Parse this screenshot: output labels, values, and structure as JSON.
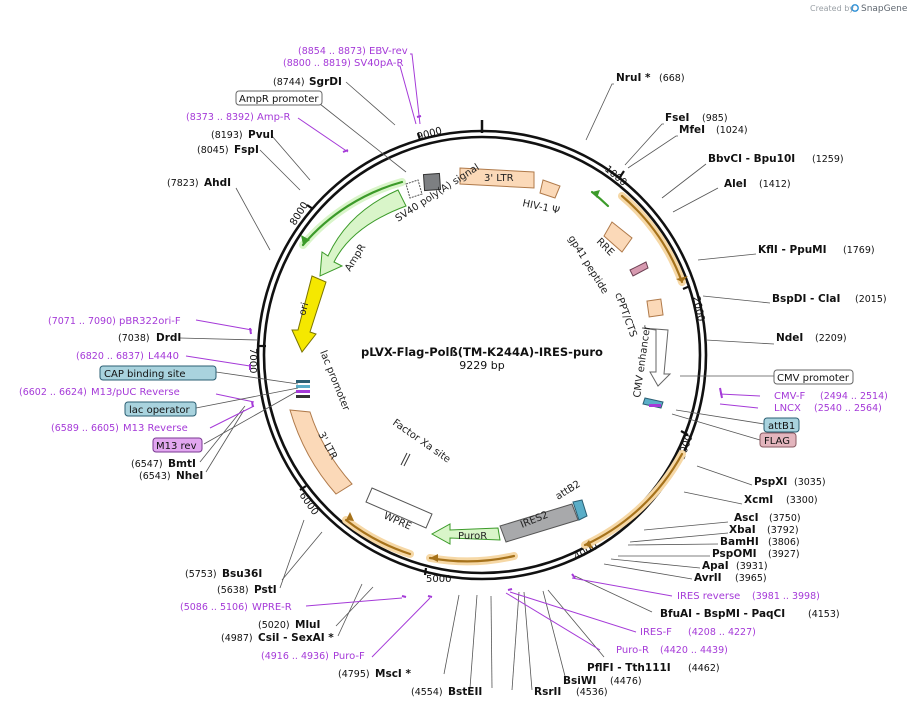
{
  "credit": {
    "prefix": "Created by",
    "brand": "SnapGene"
  },
  "map": {
    "name": "pLVX-Flag-Polß(TM-K244A)-IRES-puro",
    "size": "9229 bp"
  },
  "ticks": [
    "1000",
    "2000",
    "3000",
    "4000",
    "5000",
    "6000",
    "7000",
    "8000",
    "9000"
  ],
  "enzymes_right": [
    {
      "name": "NruI *",
      "pos": "(668)"
    },
    {
      "name": "FseI",
      "pos": "(985)"
    },
    {
      "name": "MfeI",
      "pos": "(1024)"
    },
    {
      "name": "BbvCI  - Bpu10I",
      "pos": "(1259)"
    },
    {
      "name": "AleI",
      "pos": "(1412)"
    },
    {
      "name": "KflI  - PpuMI",
      "pos": "(1769)"
    },
    {
      "name": "BspDI  - ClaI",
      "pos": "(2015)"
    },
    {
      "name": "NdeI",
      "pos": "(2209)"
    },
    {
      "name": "PspXI",
      "pos": "(3035)"
    },
    {
      "name": "XcmI",
      "pos": "(3300)"
    },
    {
      "name": "AscI",
      "pos": "(3750)"
    },
    {
      "name": "XbaI",
      "pos": "(3792)"
    },
    {
      "name": "BamHI",
      "pos": "(3806)"
    },
    {
      "name": "PspOMI",
      "pos": "(3927)"
    },
    {
      "name": "ApaI",
      "pos": "(3931)"
    },
    {
      "name": "AvrII",
      "pos": "(3965)"
    },
    {
      "name": "BfuAI  - BspMI  - PaqCI",
      "pos": "(4153)"
    },
    {
      "name": "PflFI  - Tth111I",
      "pos": "(4462)"
    },
    {
      "name": "BsiWI",
      "pos": "(4476)"
    },
    {
      "name": "RsrII",
      "pos": "(4536)"
    },
    {
      "name": "BstEII",
      "pos": "(4554)"
    }
  ],
  "enzymes_left": [
    {
      "name": "SgrDI",
      "pos": "(8744)"
    },
    {
      "name": "PvuI",
      "pos": "(8193)"
    },
    {
      "name": "FspI",
      "pos": "(8045)"
    },
    {
      "name": "AhdI",
      "pos": "(7823)"
    },
    {
      "name": "DrdI",
      "pos": "(7038)"
    },
    {
      "name": "BmtI",
      "pos": "(6547)"
    },
    {
      "name": "NheI",
      "pos": "(6543)"
    },
    {
      "name": "Bsu36I",
      "pos": "(5753)"
    },
    {
      "name": "PstI",
      "pos": "(5638)"
    },
    {
      "name": "MluI",
      "pos": "(5020)"
    },
    {
      "name": "CsiI  - SexAI *",
      "pos": "(4987)"
    },
    {
      "name": "MscI *",
      "pos": "(4795)"
    }
  ],
  "primers": [
    {
      "name": "EBV-rev",
      "pos": "(8854 .. 8873)"
    },
    {
      "name": "SV40pA-R",
      "pos": "(8800 .. 8819)"
    },
    {
      "name": "Amp-R",
      "pos": "(8373 .. 8392)"
    },
    {
      "name": "pBR322ori-F",
      "pos": "(7071 .. 7090)"
    },
    {
      "name": "L4440",
      "pos": "(6820 .. 6837)"
    },
    {
      "name": "M13/pUC Reverse",
      "pos": "(6602 .. 6624)"
    },
    {
      "name": "M13 Reverse",
      "pos": "(6589 .. 6605)"
    },
    {
      "name": "WPRE-R",
      "pos": "(5086 .. 5106)"
    },
    {
      "name": "Puro-F",
      "pos": "(4916 .. 4936)"
    },
    {
      "name": "CMV-F",
      "pos": "(2494 .. 2514)"
    },
    {
      "name": "LNCX",
      "pos": "(2540 .. 2564)"
    },
    {
      "name": "IRES reverse",
      "pos": "(3981 .. 3998)"
    },
    {
      "name": "IRES-F",
      "pos": "(4208 .. 4227)"
    },
    {
      "name": "Puro-R",
      "pos": "(4420 .. 4439)"
    }
  ],
  "boxed": {
    "ampr_promoter": "AmpR promoter",
    "cmv_promoter": "CMV promoter",
    "attb1": "attB1",
    "flag": "FLAG",
    "cap": "CAP binding site",
    "lac_operator": "lac operator",
    "m13rev": "M13 rev"
  },
  "features": {
    "ltr3_top": "3' LTR",
    "hiv": "HIV-1 Ψ",
    "rre": "RRE",
    "gp41": "gp41 peptide",
    "cppt": "cPPT/CTS",
    "cmv_enh": "CMV enhancer",
    "sv40": "SV40 poly(A) signal",
    "ampr": "AmpR",
    "ori": "ori",
    "lacp": "lac promoter",
    "ltr3_bot": "3' LTR",
    "factorxa": "Factor Xa site",
    "wpre": "WPRE",
    "puror": "PuroR",
    "ires2": "IRES2",
    "attb2": "attB2"
  },
  "colors": {
    "primer": "#a53ad8",
    "orf": "#d9f5c9",
    "orf_stroke": "#3c9b2a",
    "arc": "#b07a1b",
    "ltr": "#fbd9b8",
    "ires": "#a8a9ab",
    "attb": "#5aaec8",
    "flag": "#e3b5bd",
    "cap": "#a9d3de"
  }
}
